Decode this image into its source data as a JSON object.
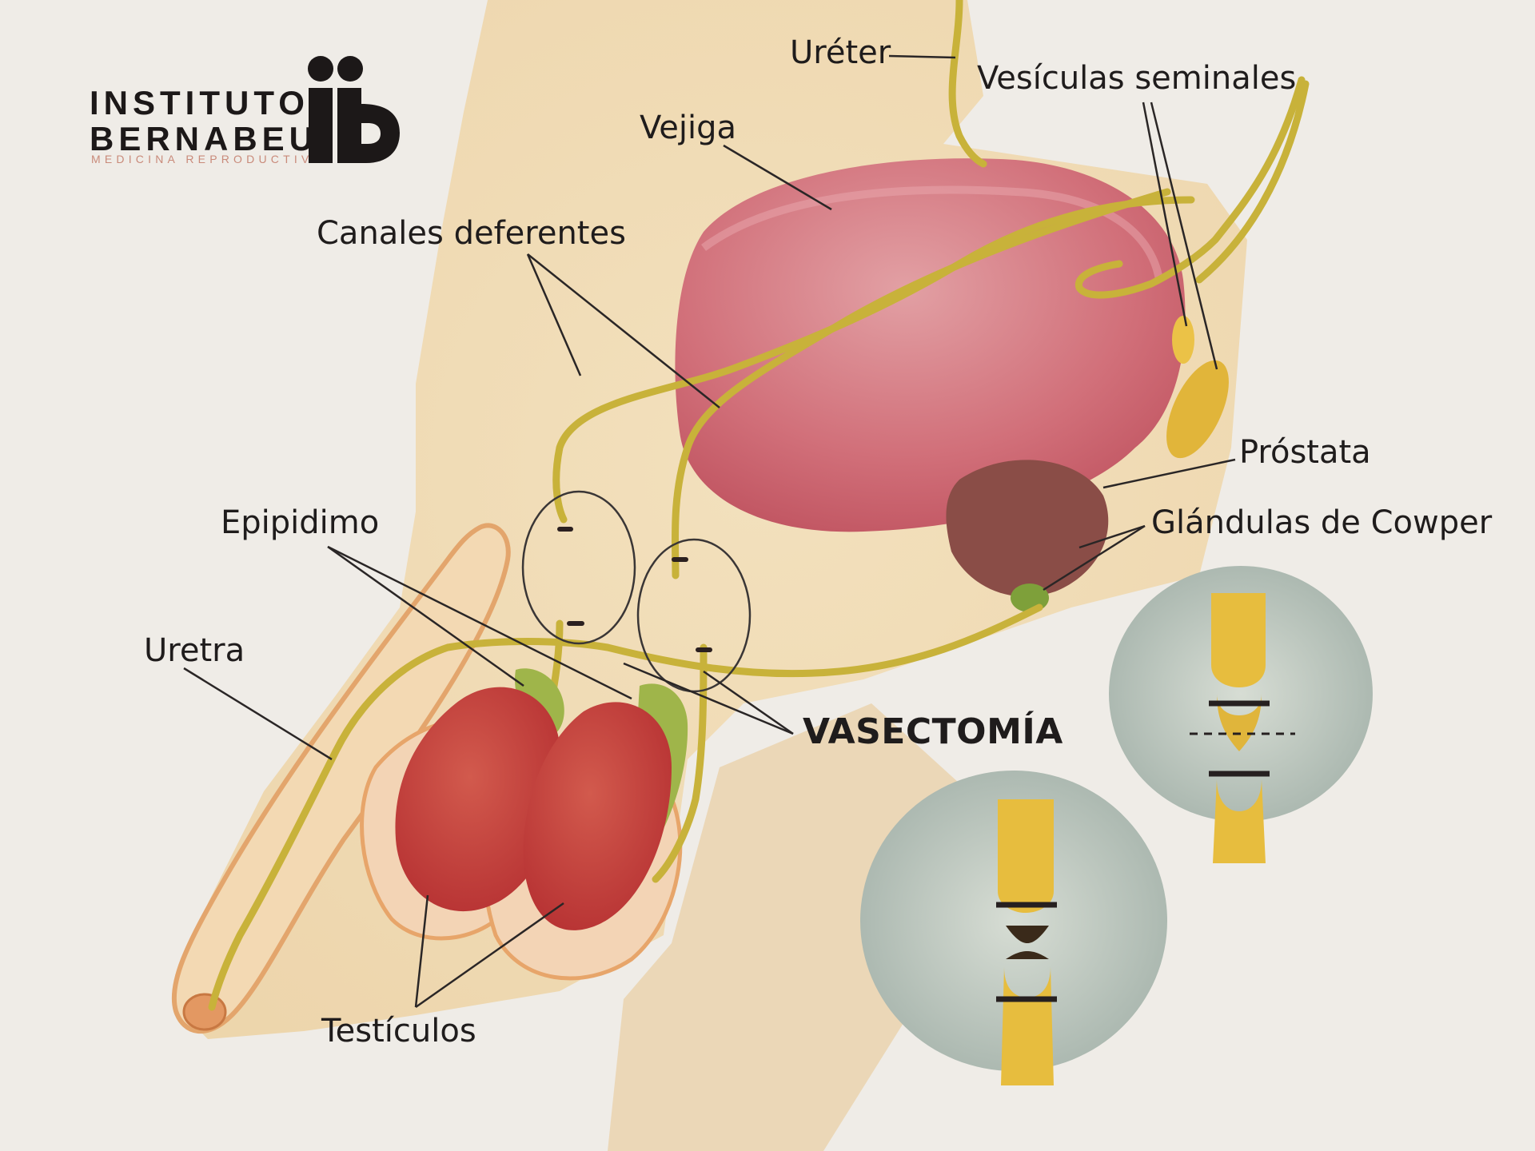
{
  "brand": {
    "line1": "INSTITUTO",
    "line2": "BERNABEU",
    "tagline": "MEDICINA REPRODUCTIVA",
    "mark": "IB-monogram-logo"
  },
  "labels": {
    "ureter": "Uréter",
    "seminal_vesicles": "Vesículas seminales",
    "bladder": "Vejiga",
    "vas_deferens": "Canales deferentes",
    "prostate": "Próstata",
    "cowper": "Glándulas de Cowper",
    "epididymis": "Epipidimo",
    "urethra": "Uretra",
    "vasectomy": "VASECTOMÍA",
    "testicles": "Testículos"
  },
  "colors": {
    "paper": "#efece7",
    "skin_wash": "#f1dcb5",
    "bladder": "#c95a66",
    "duct": "#c8b23a",
    "testicle": "#c43d3b",
    "epididymis": "#9fb54a",
    "prostate": "#8a4d47",
    "cowper": "#7ea03a",
    "inset_wash": "#a9b5ad",
    "leader_line": "#2a2626"
  }
}
